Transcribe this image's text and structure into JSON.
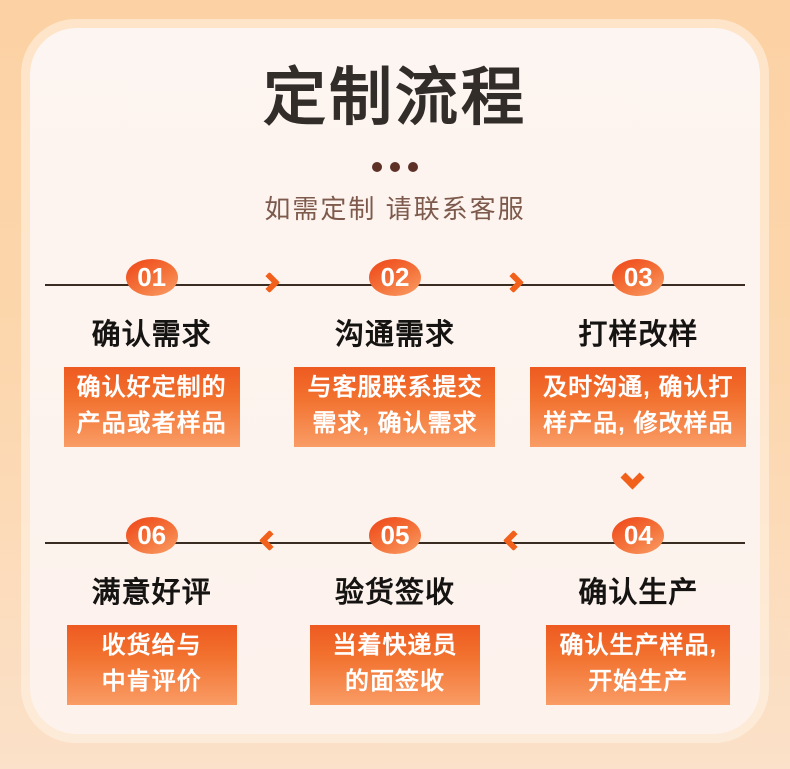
{
  "title": "定制流程",
  "subtitle": "如需定制 请联系客服",
  "flow_order": {
    "top_row": [
      "01",
      "02",
      "03"
    ],
    "bottom_row": [
      "06",
      "05",
      "04"
    ]
  },
  "steps": [
    {
      "num": "01",
      "title": "确认需求",
      "desc1": "确认好定制的",
      "desc2": "产品或者样品"
    },
    {
      "num": "02",
      "title": "沟通需求",
      "desc1": "与客服联系提交",
      "desc2": "需求, 确认需求"
    },
    {
      "num": "03",
      "title": "打样改样",
      "desc1": "及时沟通, 确认打",
      "desc2": "样产品, 修改样品"
    },
    {
      "num": "04",
      "title": "确认生产",
      "desc1": "确认生产样品,",
      "desc2": "开始生产"
    },
    {
      "num": "05",
      "title": "验货签收",
      "desc1": "当着快递员",
      "desc2": "的面签收"
    },
    {
      "num": "06",
      "title": "满意好评",
      "desc1": "收货给与",
      "desc2": "中肯评价"
    }
  ],
  "icons": {
    "arrow_right": "chevron-right",
    "arrow_left": "chevron-left",
    "arrow_down": "chevron-down"
  },
  "colors": {
    "background_frame_top": "#fcd2a4",
    "background_frame_bottom": "#fbe1c9",
    "card_background": "#fdf3ee",
    "accent_orange": "#f2611f",
    "step_box_gradient_top": "#ee5a20",
    "step_box_gradient_bottom": "#f99c66",
    "circle_gradient_top": "#ef4b1c",
    "circle_gradient_bottom": "#fa9e68",
    "flow_line": "#3b2c21",
    "title_text": "#322d29",
    "subtitle_text": "#7d5a4b",
    "dots": "#5e3127",
    "box_text": "#ffffff"
  }
}
